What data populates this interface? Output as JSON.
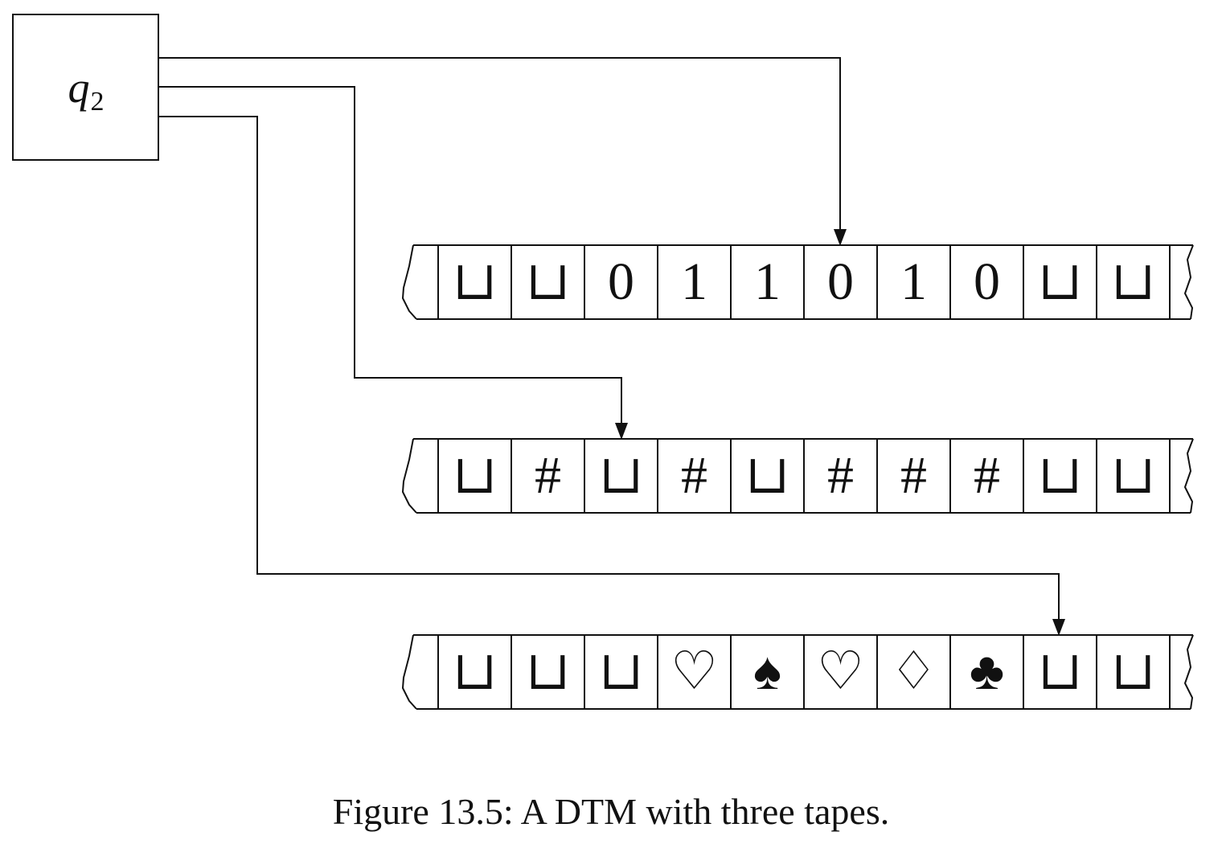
{
  "figure": {
    "caption": "Figure 13.5: A DTM with three tapes.",
    "state": {
      "base": "q",
      "subscript": "2"
    },
    "blank_symbol": "⊔",
    "colors": {
      "ink": "#111111",
      "background": "#ffffff"
    },
    "tapes": [
      {
        "name": "tape-1",
        "cells": [
          "⊔",
          "⊔",
          "0",
          "1",
          "1",
          "0",
          "1",
          "0",
          "⊔",
          "⊔"
        ],
        "head_cell_index": 5,
        "head_symbol": "0"
      },
      {
        "name": "tape-2",
        "cells": [
          "⊔",
          "#",
          "⊔",
          "#",
          "⊔",
          "#",
          "#",
          "#",
          "⊔",
          "⊔"
        ],
        "head_cell_index": 2,
        "head_symbol": "⊔"
      },
      {
        "name": "tape-3",
        "cells": [
          "⊔",
          "⊔",
          "⊔",
          "♡",
          "♠",
          "♡",
          "♢",
          "♣",
          "⊔",
          "⊔"
        ],
        "head_cell_index": 8,
        "head_symbol": "⊔"
      }
    ]
  }
}
